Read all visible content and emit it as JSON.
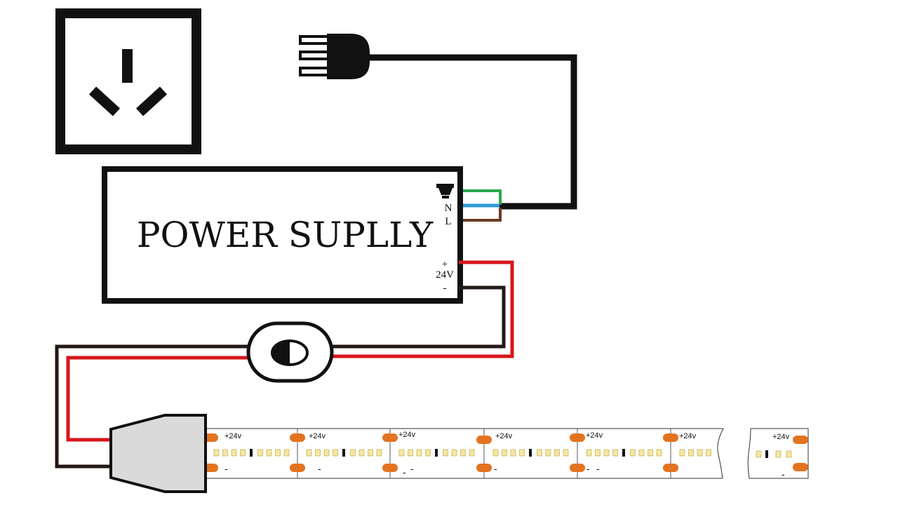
{
  "power_supply": {
    "title": "POWER SUPLLY",
    "terminal_n": "N",
    "terminal_l": "L",
    "output_plus": "+",
    "output_voltage": "24V",
    "output_minus": "-"
  },
  "led_strip": {
    "segment_plus_label": "+24v",
    "segment_minus_label": "-"
  },
  "colors": {
    "outline": "#111111",
    "ground_wire": "#2aa84a",
    "neutral_wire": "#2e9ad6",
    "live_wire": "#6b3a1e",
    "positive_wire": "#d7161c",
    "negative_wire": "#231815",
    "pad": "#e3741f",
    "connector": "#d9dad9"
  },
  "icons": {
    "socket": "au-outlet-icon",
    "plug": "three-pin-plug-icon",
    "dimmer": "dimmer-switch-icon",
    "ground": "earth-ground-icon"
  }
}
